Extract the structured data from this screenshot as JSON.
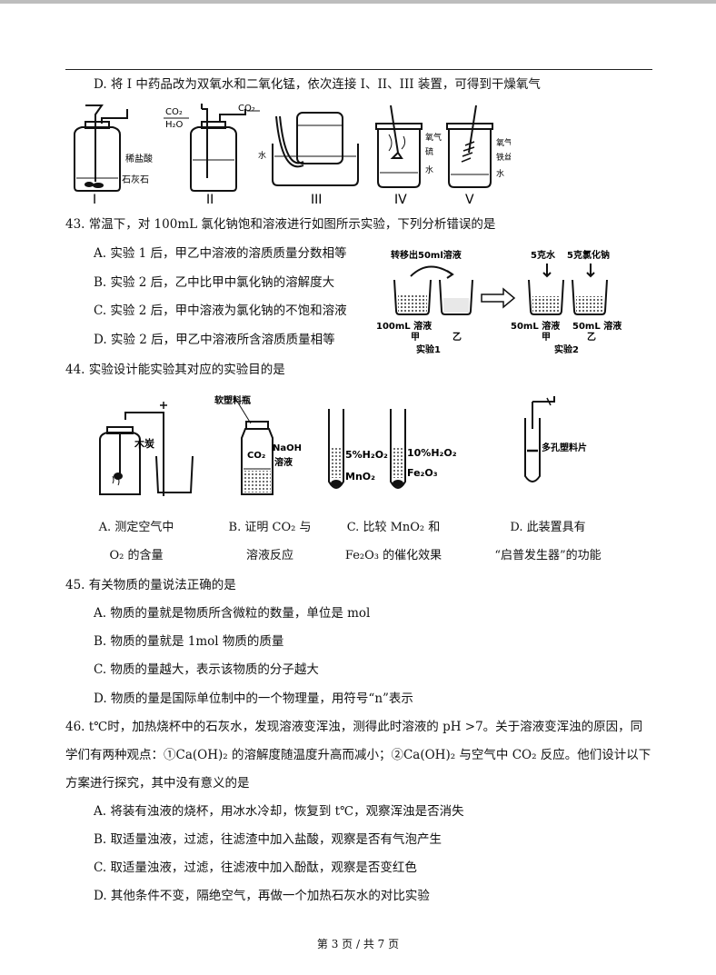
{
  "q42": {
    "option_d": "D. 将 I 中药品改为双氧水和二氧化锰，依次连接 I、II、III 装置，可得到干燥氧气",
    "fig": {
      "label_hcl": "稀盐酸",
      "label_limestone": "石灰石",
      "label_co2_h2o_top": "CO₂",
      "label_co2_h2o_bottom": "H₂O",
      "label_co2_out": "CO₂",
      "label_water": "水",
      "label_iv_o2": "氧气",
      "label_iv_s": "硫",
      "label_iv_water": "水",
      "label_v_o2": "氧气",
      "label_v_fe": "铁丝",
      "label_v_water": "水",
      "num_1": "I",
      "num_2": "II",
      "num_3": "III",
      "num_4": "IV",
      "num_5": "V"
    }
  },
  "q43": {
    "stem": "43. 常温下，对 100mL 氯化钠饱和溶液进行如图所示实验，下列分析错误的是",
    "options": [
      "A. 实验 1 后，甲乙中溶液的溶质质量分数相等",
      "B. 实验 2 后，乙中比甲中氯化钠的溶解度大",
      "C. 实验 2 后，甲中溶液为氯化钠的不饱和溶液",
      "D. 实验 2 后，甲乙中溶液所含溶质质量相等"
    ],
    "fig": {
      "transfer": "转移出50ml溶液",
      "soln100": "100mL 溶液",
      "jia": "甲",
      "yi": "乙",
      "exp1": "实验1",
      "water5": "5克水",
      "nacl5": "5克氯化钠",
      "soln50a": "50mL 溶液",
      "soln50b": "50mL 溶液",
      "jia2": "甲",
      "yi2": "乙",
      "exp2": "实验2"
    }
  },
  "q44": {
    "stem": "44. 实验设计能实验其对应的实验目的是",
    "fig": {
      "charcoal": "木炭",
      "bottle": "软塑料瓶",
      "naoh": "NaOH",
      "soln": "溶液",
      "co2": "CO₂",
      "h2o2_5": "5%H₂O₂",
      "mno2": "MnO₂",
      "h2o2_10": "10%H₂O₂",
      "fe2o3": "Fe₂O₃",
      "plate": "多孔塑料片"
    },
    "captions": {
      "a1": "A. 测定空气中",
      "a2": "O₂ 的含量",
      "b1": "B. 证明 CO₂ 与",
      "b2": "溶液反应",
      "c1": "C. 比较 MnO₂ 和",
      "c2": "Fe₂O₃ 的催化效果",
      "d1": "D. 此装置具有",
      "d2": "“启普发生器”的功能"
    }
  },
  "q45": {
    "stem": "45. 有关物质的量说法正确的是",
    "options": [
      "A. 物质的量就是物质所含微粒的数量，单位是 mol",
      "B. 物质的量就是 1mol 物质的质量",
      "C. 物质的量越大，表示该物质的分子越大",
      "D. 物质的量是国际单位制中的一个物理量，用符号“n”表示"
    ]
  },
  "q46": {
    "stem1": "46. t℃时，加热烧杯中的石灰水，发现溶液变浑浊，测得此时溶液的 pH >7。关于溶液变浑浊的原因，同",
    "stem2": "学们有两种观点：①Ca(OH)₂ 的溶解度随温度升高而减小；②Ca(OH)₂ 与空气中 CO₂ 反应。他们设计以下",
    "stem3": "方案进行探究，其中没有意义的是",
    "options": [
      "A. 将装有浊液的烧杯，用冰水冷却，恢复到 t℃，观察浑浊是否消失",
      "B. 取适量浊液，过滤，往滤渣中加入盐酸，观察是否有气泡产生",
      "C. 取适量浊液，过滤，往滤液中加入酚酞，观察是否变红色",
      "D. 其他条件不变，隔绝空气，再做一个加热石灰水的对比实验"
    ]
  },
  "footer": "第 3 页 / 共 7 页"
}
